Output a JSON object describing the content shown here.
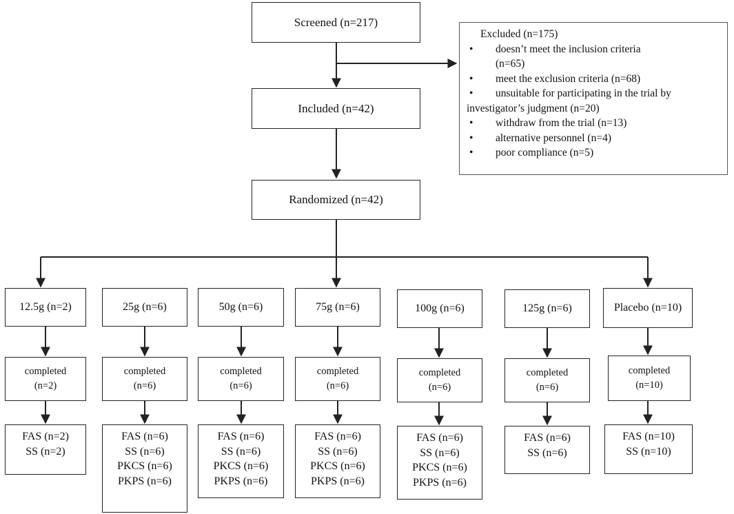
{
  "flow": {
    "screened": "Screened (n=217)",
    "included": "Included (n=42)",
    "randomized": "Randomized (n=42)"
  },
  "excluded": {
    "title": "Excluded (n=175)",
    "bullet": "•",
    "items": [
      "doesn’t meet the inclusion criteria",
      "(n=65)",
      "meet the exclusion criteria (n=68)",
      "unsuitable for participating in the trial by",
      "investigator’s judgment (n=20)",
      "withdraw from the trial (n=13)",
      "alternative personnel (n=4)",
      "poor compliance (n=5)"
    ]
  },
  "arms": [
    {
      "group": "12.5g (n=2)",
      "completed_label": "completed",
      "completed_n": "(n=2)",
      "sets": [
        "FAS (n=2)",
        "SS (n=2)"
      ]
    },
    {
      "group": "25g (n=6)",
      "completed_label": "completed",
      "completed_n": "(n=6)",
      "sets": [
        "FAS (n=6)",
        "SS (n=6)",
        "PKCS (n=6)",
        "PKPS (n=6)"
      ]
    },
    {
      "group": "50g (n=6)",
      "completed_label": "completed",
      "completed_n": "(n=6)",
      "sets": [
        "FAS (n=6)",
        "SS (n=6)",
        "PKCS (n=6)",
        "PKPS (n=6)"
      ]
    },
    {
      "group": "75g (n=6)",
      "completed_label": "completed",
      "completed_n": "(n=6)",
      "sets": [
        "FAS (n=6)",
        "SS (n=6)",
        "PKCS (n=6)",
        "PKPS (n=6)"
      ]
    },
    {
      "group": "100g (n=6)",
      "completed_label": "completed",
      "completed_n": "(n=6)",
      "sets": [
        "FAS (n=6)",
        "SS (n=6)",
        "PKCS (n=6)",
        "PKPS (n=6)"
      ]
    },
    {
      "group": "125g (n=6)",
      "completed_label": "completed",
      "completed_n": "(n=6)",
      "sets": [
        "FAS (n=6)",
        "SS (n=6)"
      ]
    },
    {
      "group": "Placebo (n=10)",
      "completed_label": "completed",
      "completed_n": "(n=10)",
      "sets": [
        "FAS (n=10)",
        "SS (n=10)"
      ]
    }
  ],
  "colors": {
    "stroke": "#222222",
    "text": "#111111",
    "background": "#ffffff"
  }
}
